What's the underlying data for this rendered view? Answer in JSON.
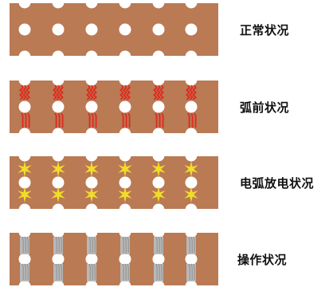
{
  "panels": [
    {
      "id": "normal",
      "label": "正常状况",
      "defect": "none",
      "defect_color": ""
    },
    {
      "id": "pre-arc",
      "label": "弧前状况",
      "defect": "crack",
      "defect_color": "#e0281e"
    },
    {
      "id": "arc-discharge",
      "label": "电弧放电状况",
      "defect": "spark",
      "defect_color": "#f2dc2a"
    },
    {
      "id": "operation",
      "label": "操作状况",
      "defect": "wear",
      "defect_color": "#b8b8b8"
    }
  ],
  "colors": {
    "strip": "#b97a54",
    "hole": "#ffffff"
  },
  "layout_grid": {
    "columns": 6,
    "rows": 3
  }
}
